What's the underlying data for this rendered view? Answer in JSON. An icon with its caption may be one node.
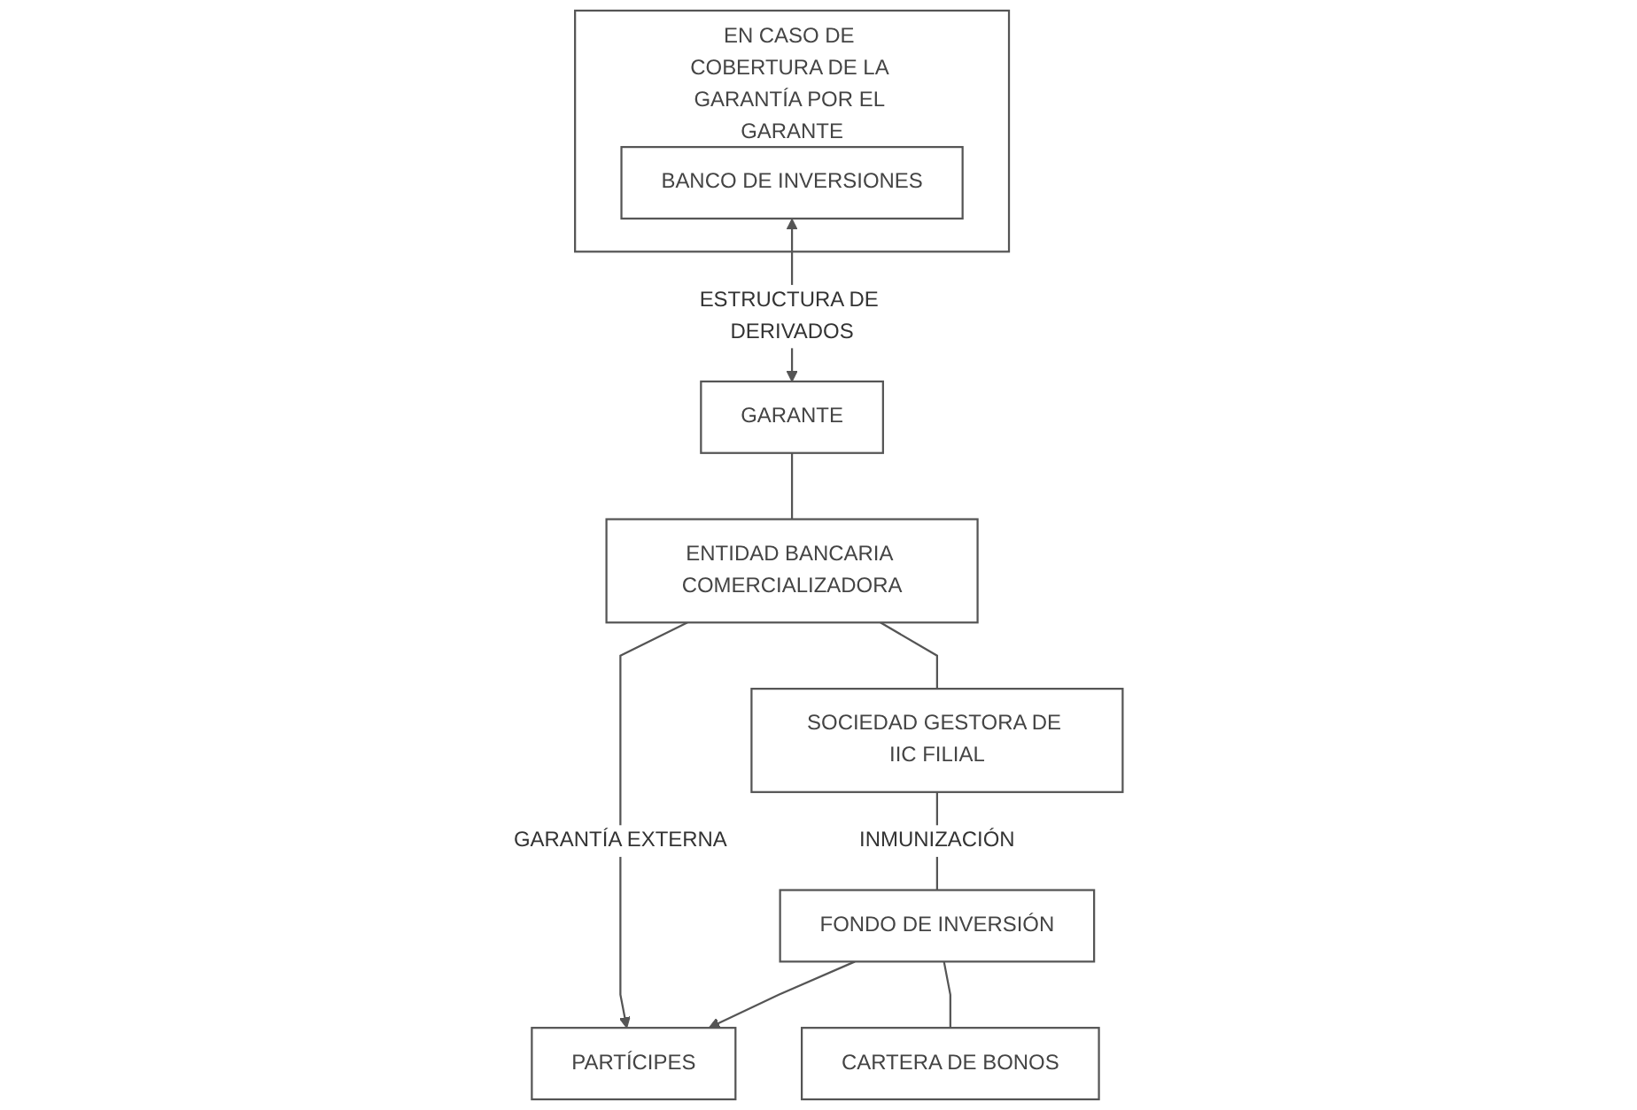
{
  "diagram": {
    "nodes": [
      {
        "text": [
          "GARANTE"
        ]
      },
      {
        "text": [
          "ENTIDAD BANCARIA COMERCIALIZADORA"
        ]
      },
      {
        "text": [
          "SOCIEDAD GESTORA DE IIC FILIAL"
        ]
      },
      {
        "text": [
          "EN CASO DE COBERTURA DE LA GARANTÍA POR EL GARANTE"
        ]
      },
      {
        "text": [
          "BANCO DE INVERSIONES"
        ],
        "in": 3
      },
      {
        "text": [
          "PARTÍCIPES"
        ]
      },
      {
        "text": [
          "FONDO DE INVERSIÓN"
        ]
      },
      {
        "text": [
          "CARTERA DE BONOS"
        ]
      }
    ],
    "edges": [
      {
        "from": 4,
        "to": 0,
        "arrow": "both",
        "label": "ESTRUCTURA DE DERIVADOS"
      },
      {
        "from": 0,
        "to": 1,
        "arrow": "none"
      },
      {
        "from": 1,
        "to": 5,
        "arrow": "to",
        "label": "GARANTÍA EXTERNA"
      },
      {
        "from": 1,
        "to": 2,
        "arrow": "none"
      },
      {
        "from": 2,
        "to": 6,
        "arrow": "none",
        "label": "INMUNIZACIÓN"
      },
      {
        "from": 6,
        "to": 7,
        "arrow": "none"
      },
      {
        "from": 6,
        "to": 5,
        "arrow": "to"
      }
    ]
  }
}
